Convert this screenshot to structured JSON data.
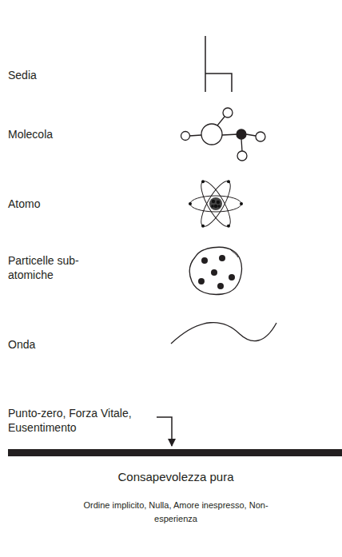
{
  "diagram": {
    "labels": [
      "Sedia",
      "Molecola",
      "Atomo",
      "Particelle sub-atomiche",
      "Onda",
      "Punto-zero, Forza Vitale, Eusentimento",
      "Consapevolezza pura",
      "Ordine implicito, Nulla, Amore inespresso, Non-esperienza"
    ]
  }
}
